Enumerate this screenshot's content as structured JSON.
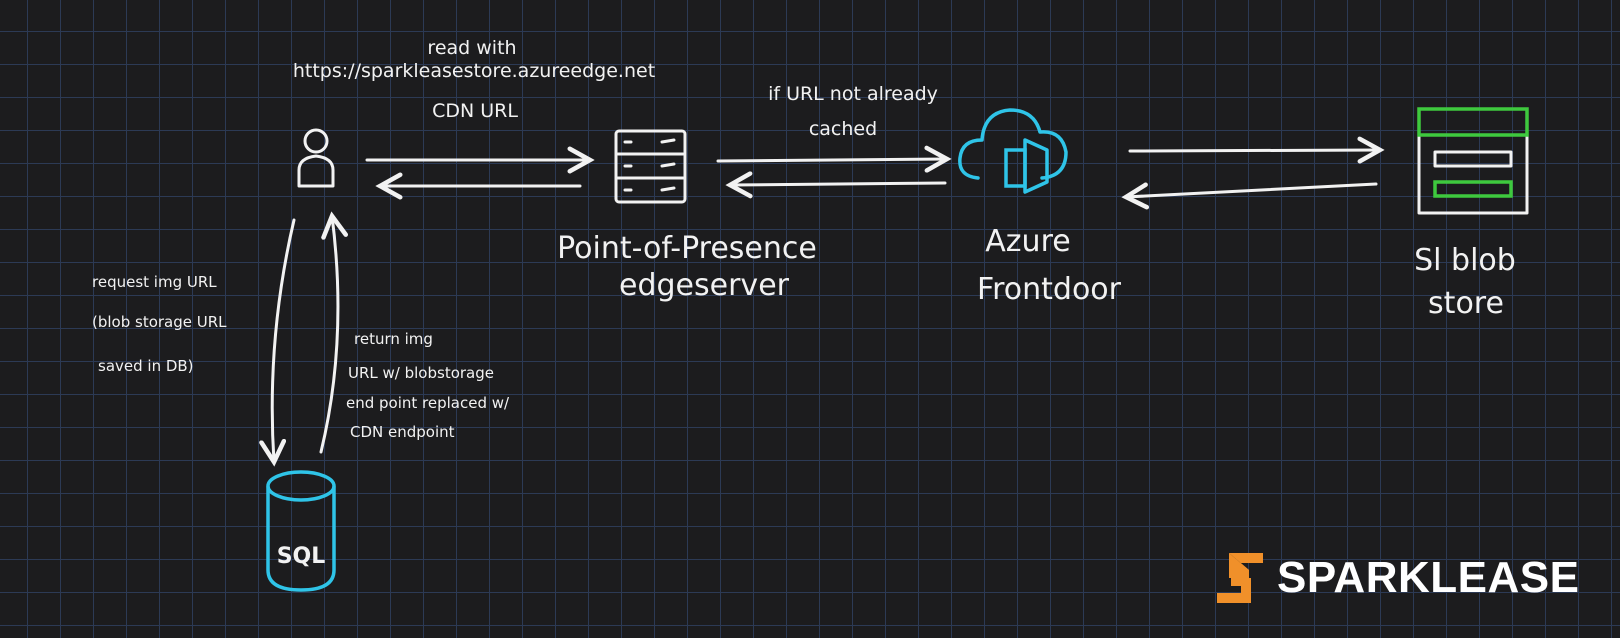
{
  "labels": {
    "read_with": "read with",
    "cdn_host": "https://sparkleasestore.azureedge.net",
    "cdn_url": "CDN URL",
    "if_url_not": "if URL not already",
    "cached": "cached",
    "pop_line1": "Point-of-Presence",
    "pop_line2": "edgeserver",
    "azure_line1": "Azure",
    "azure_line2": "Frontdoor",
    "blob_line1": "Sl blob",
    "blob_line2": "store",
    "request_line1": "request img URL",
    "request_line2": "(blob storage URL",
    "request_line3": "saved in DB)",
    "return_line1": "return img",
    "return_line2": "URL w/ blobstorage",
    "return_line3": "end point replaced w/",
    "return_line4": "CDN endpoint",
    "sql": "SQL"
  },
  "brand": {
    "name": "SPARKLEASE",
    "logo_color": "#f0902a"
  },
  "colors": {
    "stroke": "#f2f2f2",
    "azure": "#2fc4e8",
    "sql": "#2fc4e8",
    "blob": "#3ec93e"
  },
  "icons": {
    "user": "user-icon",
    "server": "server-icon",
    "azure": "azure-frontdoor-icon",
    "blob": "blob-store-icon",
    "database": "database-icon"
  }
}
